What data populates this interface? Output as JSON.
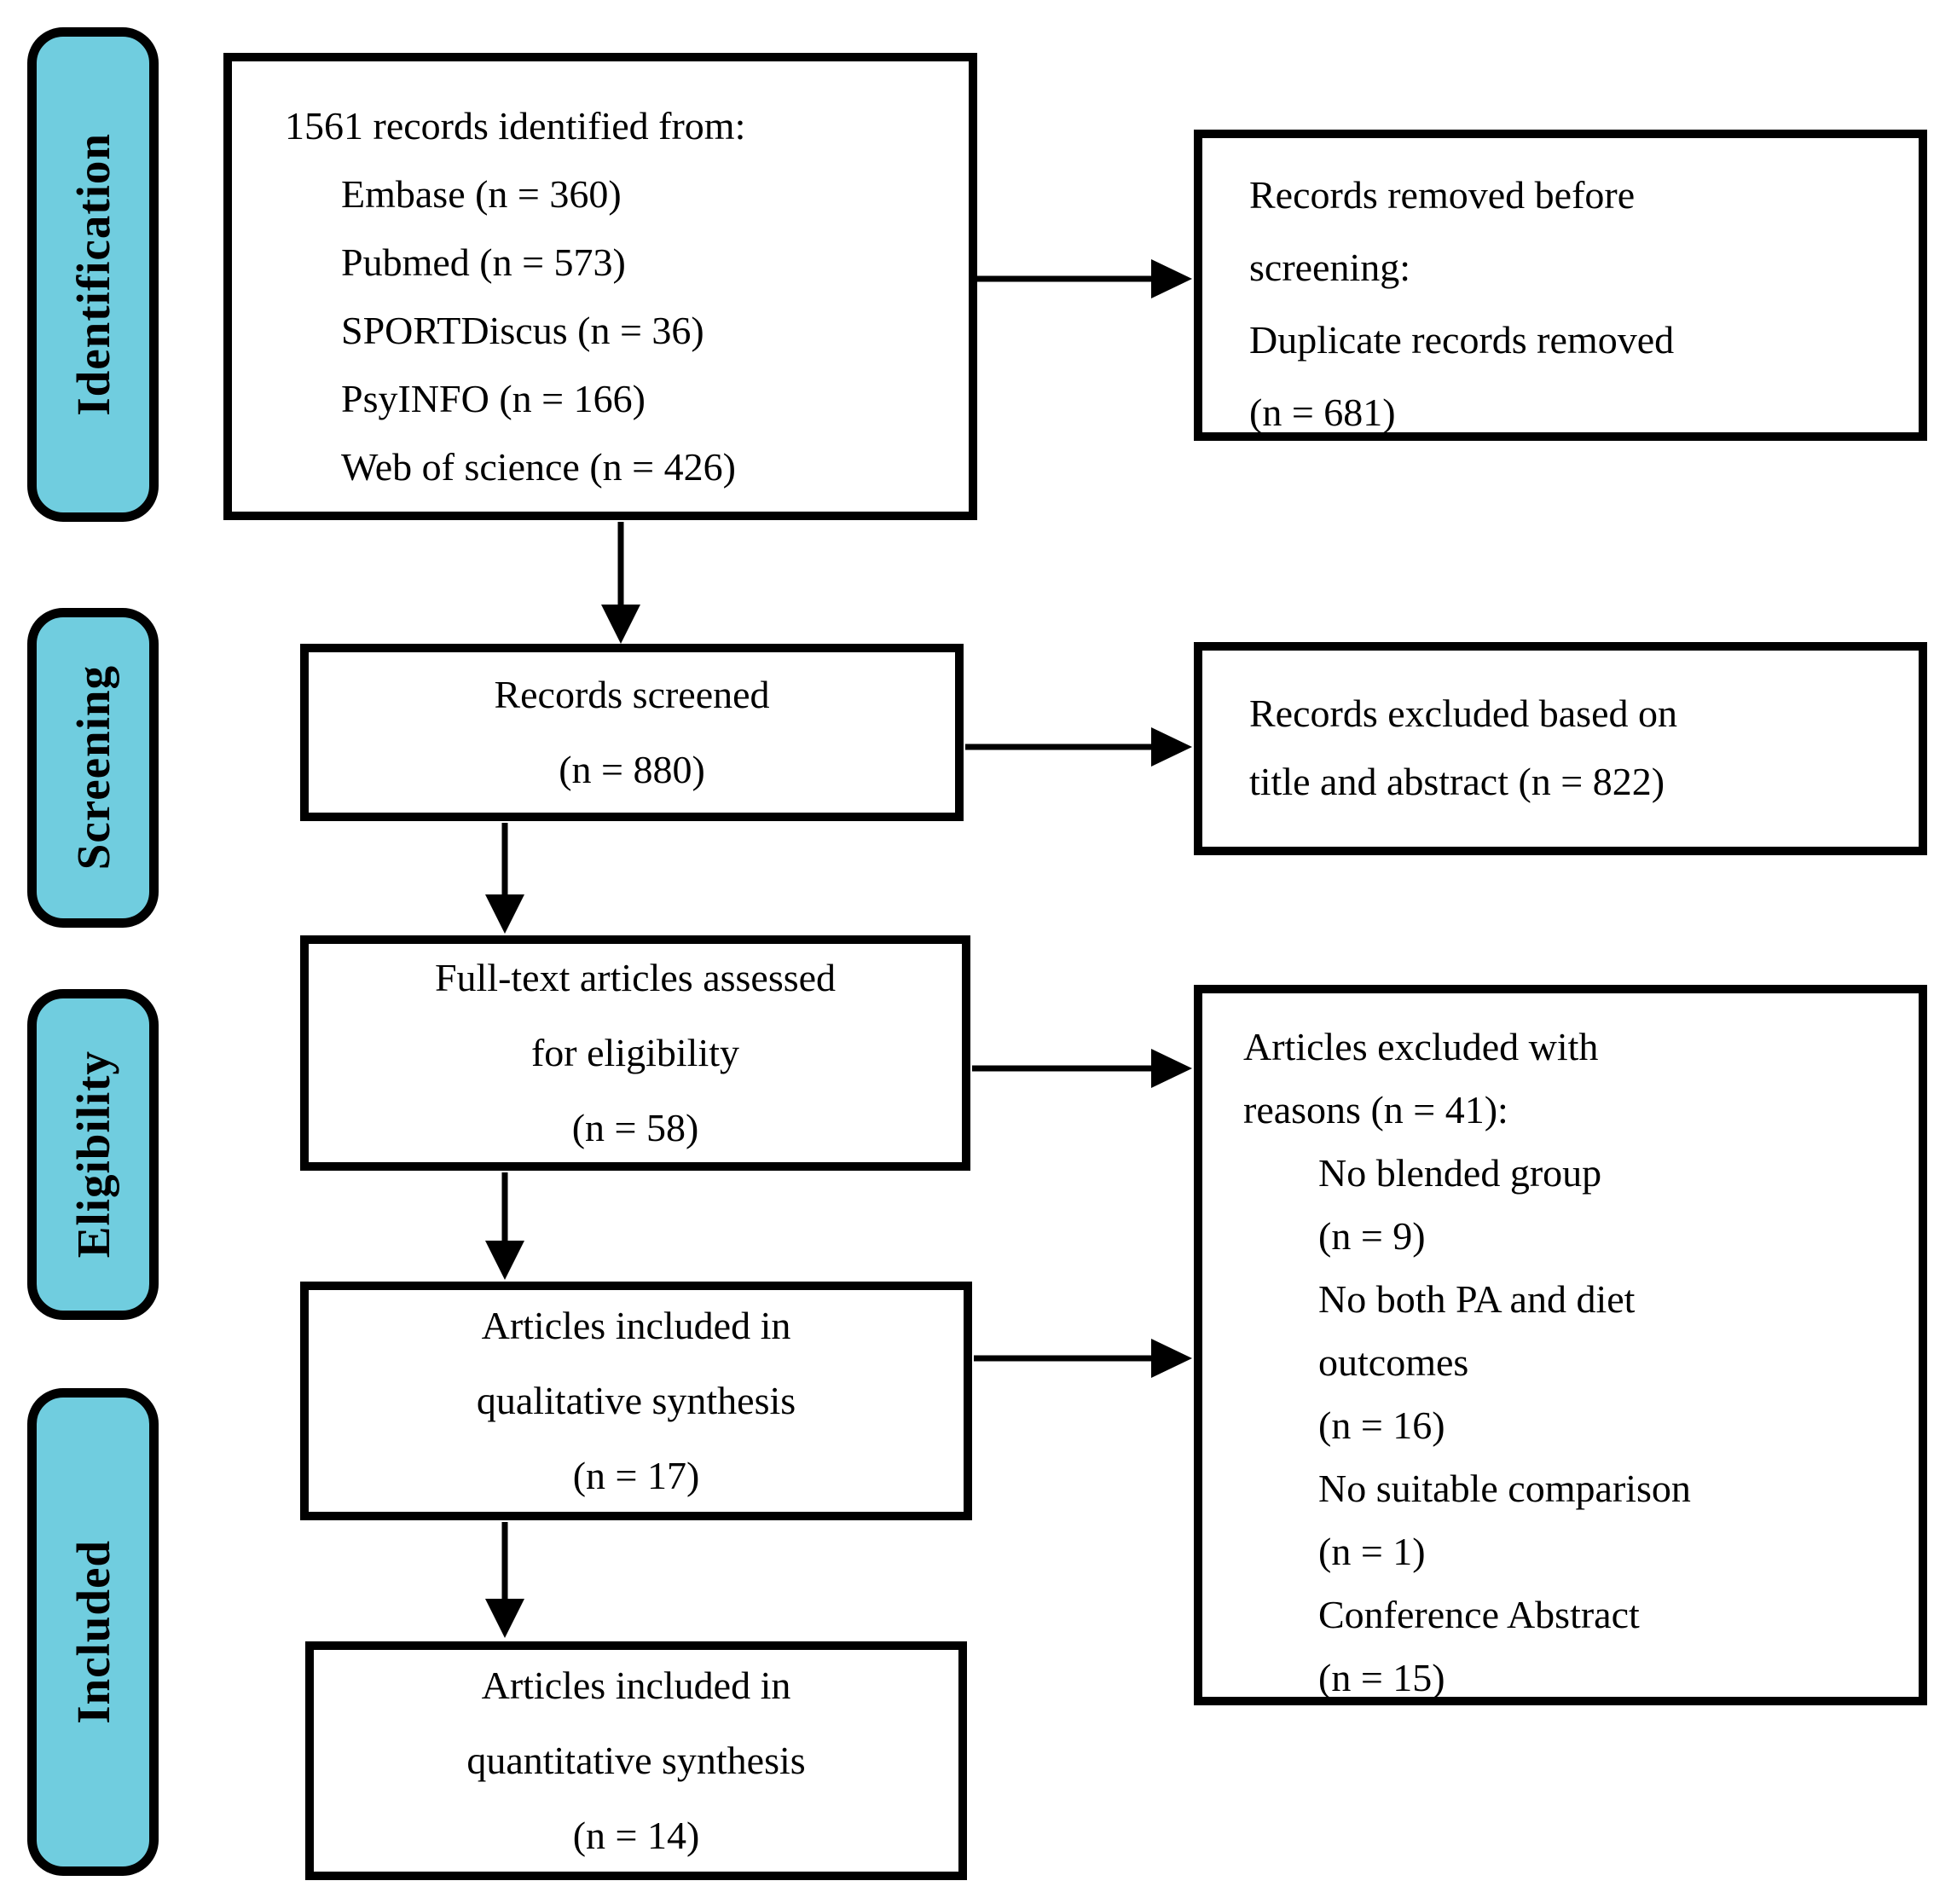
{
  "palette": {
    "background": "#ffffff",
    "stage_fill": "#70cddf",
    "border": "#000000",
    "text": "#000000"
  },
  "stages": [
    {
      "label": "Identification"
    },
    {
      "label": "Screening"
    },
    {
      "label": "Eligibility"
    },
    {
      "label": "Included"
    }
  ],
  "flow": {
    "identified": {
      "lines": [
        "1561 records identified from:",
        "Embase (n = 360)",
        "Pubmed (n = 573)",
        "SPORTDiscus (n = 36)",
        "PsyINFO (n = 166)",
        "Web of science (n = 426)"
      ]
    },
    "screened": {
      "lines": [
        "Records screened",
        "(n = 880)"
      ]
    },
    "fulltext": {
      "lines": [
        "Full-text articles assessed",
        "for eligibility",
        "(n = 58)"
      ]
    },
    "qualitative": {
      "lines": [
        "Articles included in",
        "qualitative synthesis",
        "(n = 17)"
      ]
    },
    "quantitative": {
      "lines": [
        "Articles included in",
        "quantitative synthesis",
        "(n = 14)"
      ]
    }
  },
  "exclusions": {
    "before_screening": {
      "lines": [
        "Records removed before",
        "screening:",
        "Duplicate records removed",
        "(n = 681)"
      ]
    },
    "title_abstract": {
      "lines": [
        "Records excluded based on",
        "title and abstract (n = 822)"
      ]
    },
    "with_reasons": {
      "lines": [
        "Articles excluded with",
        "reasons (n = 41):",
        "No blended group",
        "(n = 9)",
        "No both PA and diet",
        "outcomes",
        "(n = 16)",
        "No suitable comparison",
        "(n = 1)",
        "Conference Abstract",
        "(n = 15)"
      ]
    }
  }
}
